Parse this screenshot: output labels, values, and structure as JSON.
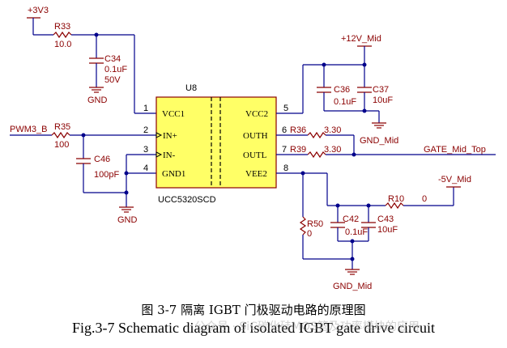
{
  "ic": {
    "ref": "U8",
    "part": "UCC5320SCD",
    "fill": "#ffff66",
    "pins": {
      "vcc1": {
        "num": "1",
        "name": "VCC1"
      },
      "in_plus": {
        "num": "2",
        "name": "IN+"
      },
      "in_minus": {
        "num": "3",
        "name": "IN-"
      },
      "gnd1": {
        "num": "4",
        "name": "GND1"
      },
      "vcc2": {
        "num": "5",
        "name": "VCC2"
      },
      "outh": {
        "num": "6",
        "name": "OUTH"
      },
      "outl": {
        "num": "7",
        "name": "OUTL"
      },
      "vee2": {
        "num": "8",
        "name": "VEE2"
      }
    }
  },
  "components": {
    "r33": {
      "ref": "R33",
      "value": "10.0"
    },
    "c34": {
      "ref": "C34",
      "value": "0.1uF",
      "voltage": "50V"
    },
    "r35": {
      "ref": "R35",
      "value": "100"
    },
    "c46": {
      "ref": "C46",
      "value": "100pF"
    },
    "c36": {
      "ref": "C36",
      "value": "0.1uF"
    },
    "c37": {
      "ref": "C37",
      "value": "10uF"
    },
    "r36": {
      "ref": "R36",
      "value": "3.30"
    },
    "r39": {
      "ref": "R39",
      "value": "3.30"
    },
    "r10": {
      "ref": "R10",
      "value": "0"
    },
    "r50": {
      "ref": "R50",
      "value": "0"
    },
    "c42": {
      "ref": "C42",
      "value": "0.1uF"
    },
    "c43": {
      "ref": "C43",
      "value": "10uF"
    }
  },
  "nets": {
    "v3v3": "+3V3",
    "v12": "+12V_Mid",
    "vm5": "-5V_Mid",
    "gnd": "GND",
    "gnd_mid": "GND_Mid",
    "pwm": "PWM3_B",
    "gate": "GATE_Mid_Top"
  },
  "caption": {
    "cn": "图 3-7 隔离 IGBT 门极驱动电路的原理图",
    "en": "Fig.3-7 Schematic diagram of isolated IGBT gate drive circuit"
  },
  "watermark": "公众号 · SiC碳化硅MOS管及功率模块的应用",
  "colors": {
    "wire": "#00008B",
    "component": "#8B0000",
    "ic_fill": "#ffff66"
  }
}
